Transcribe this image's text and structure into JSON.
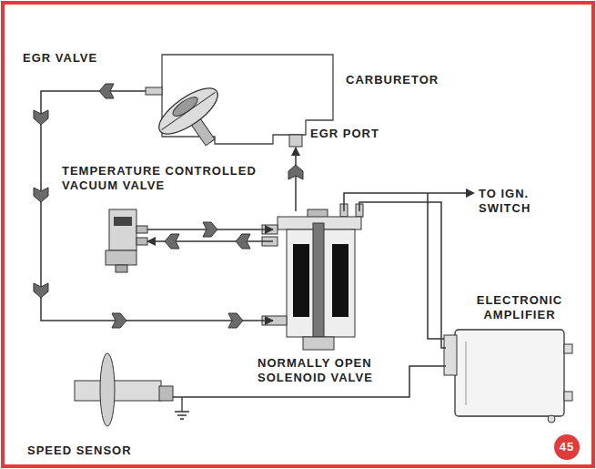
{
  "diagram": {
    "nodes": [
      {
        "text": [
          "EGR VALVE"
        ]
      },
      {
        "text": [
          "CARBURETOR"
        ]
      },
      {
        "text": [
          "EGR PORT"
        ],
        "in": 1
      },
      {
        "text": [
          "TEMPERATURE CONTROLLED VACUUM VALVE"
        ]
      },
      {
        "text": [
          "NORMALLY OPEN SOLENOID VALVE"
        ]
      },
      {
        "text": [
          "ELECTRONIC AMPLIFIER"
        ]
      },
      {
        "text": [
          "SPEED SENSOR"
        ]
      }
    ],
    "edges": [
      {
        "from": 0,
        "to": 4,
        "arrow": "to"
      },
      {
        "from": 4,
        "to": 2,
        "arrow": "to"
      },
      {
        "from": 3,
        "to": 4,
        "arrow": "to"
      },
      {
        "from": 4,
        "to": 3,
        "arrow": "to"
      },
      {
        "from": 4,
        "to": 5,
        "arrow": "none"
      },
      {
        "from": 6,
        "to": 5,
        "arrow": "none"
      }
    ],
    "labels": [
      "TO IGN. SWITCH",
      "45"
    ]
  }
}
